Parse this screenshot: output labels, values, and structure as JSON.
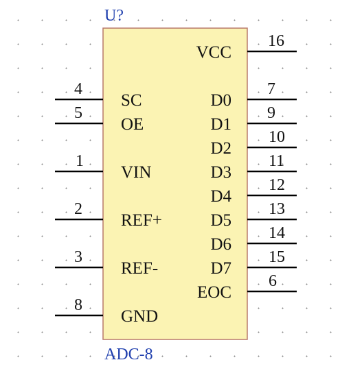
{
  "component": {
    "designator": "U?",
    "comment": "ADC-8",
    "body_color": "#fbf3b3",
    "outline_color": "#b8796a",
    "label_color": "#1f3fae",
    "left_pins": [
      {
        "number": "4",
        "name": "SC"
      },
      {
        "number": "5",
        "name": "OE"
      },
      {
        "number": "1",
        "name": "VIN"
      },
      {
        "number": "2",
        "name": "REF+"
      },
      {
        "number": "3",
        "name": "REF-"
      },
      {
        "number": "8",
        "name": "GND"
      }
    ],
    "right_pins": [
      {
        "number": "16",
        "name": "VCC"
      },
      {
        "number": "7",
        "name": "D0"
      },
      {
        "number": "9",
        "name": "D1"
      },
      {
        "number": "10",
        "name": "D2"
      },
      {
        "number": "11",
        "name": "D3"
      },
      {
        "number": "12",
        "name": "D4"
      },
      {
        "number": "13",
        "name": "D5"
      },
      {
        "number": "14",
        "name": "D6"
      },
      {
        "number": "15",
        "name": "D7"
      },
      {
        "number": "6",
        "name": "EOC"
      }
    ]
  }
}
